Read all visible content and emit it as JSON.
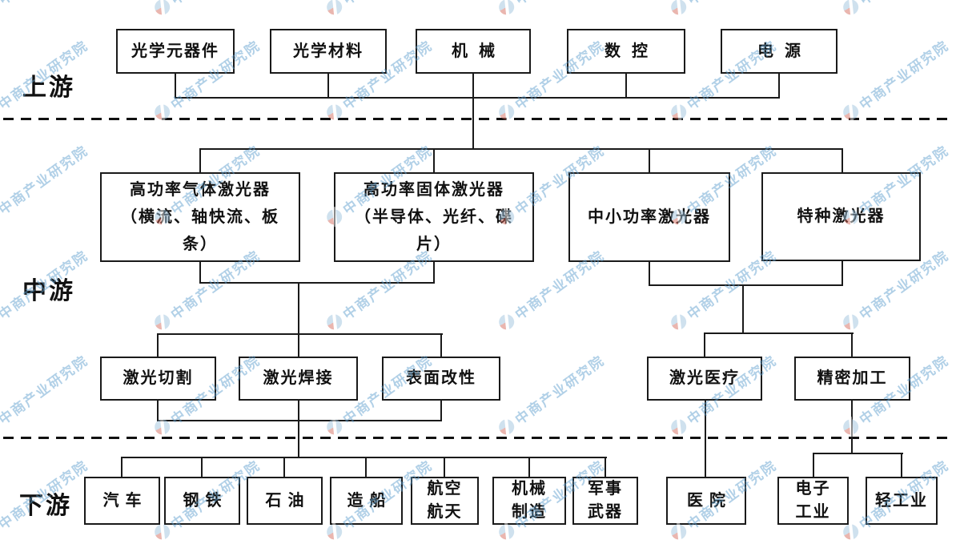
{
  "watermark": {
    "text": "中商产业研究院"
  },
  "labels": {
    "upstream": "上游",
    "midstream": "中游",
    "downstream": "下游"
  },
  "upstream": {
    "boxes": [
      {
        "label": "光学元器件"
      },
      {
        "label": "光学材料"
      },
      {
        "label": "机械"
      },
      {
        "label": "数控"
      },
      {
        "label": "电源"
      }
    ]
  },
  "midstream": {
    "tier1": [
      {
        "label": "高功率气体激光器\n（横流、轴快流、板\n条）"
      },
      {
        "label": "高功率固体激光器\n（半导体、光纤、碟\n片）"
      },
      {
        "label": "中小功率激光器"
      },
      {
        "label": "特种激光器"
      }
    ],
    "tier2": [
      {
        "label": "激光切割"
      },
      {
        "label": "激光焊接"
      },
      {
        "label": "表面改性"
      },
      {
        "label": "激光医疗"
      },
      {
        "label": "精密加工"
      }
    ]
  },
  "downstream": {
    "boxes": [
      {
        "label": "汽车"
      },
      {
        "label": "钢铁"
      },
      {
        "label": "石油"
      },
      {
        "label": "造船"
      },
      {
        "label": "航空\n航天"
      },
      {
        "label": "机械\n制造"
      },
      {
        "label": "军事\n武器"
      },
      {
        "label": "医院"
      },
      {
        "label": "电子\n工业"
      },
      {
        "label": "轻工业"
      }
    ]
  }
}
